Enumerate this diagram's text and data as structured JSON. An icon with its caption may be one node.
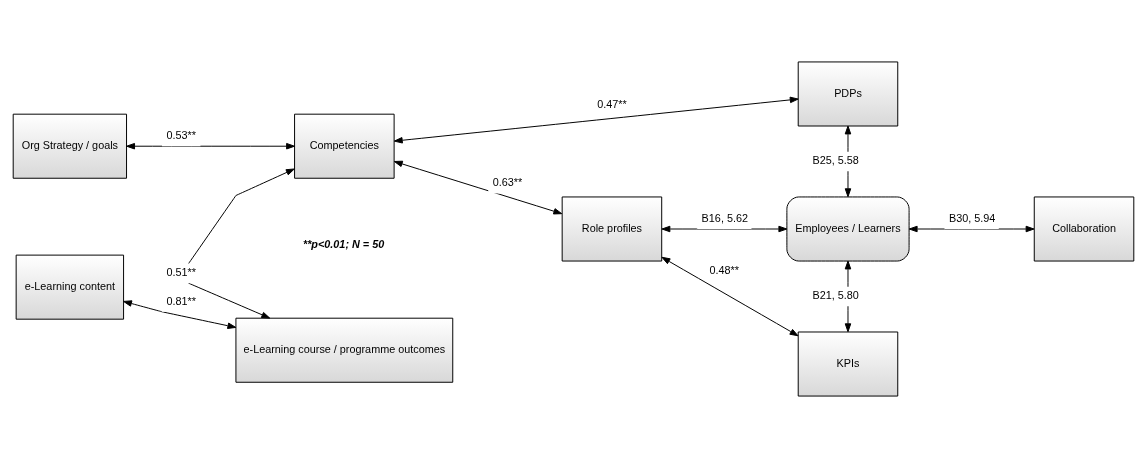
{
  "diagram": {
    "nodes": [
      {
        "text": [
          "Org Strategy / goals"
        ]
      },
      {
        "text": [
          "Competencies"
        ]
      },
      {
        "text": [
          "Role profiles"
        ]
      },
      {
        "text": [
          "Employees / Learners"
        ]
      },
      {
        "text": [
          "Collaboration"
        ]
      },
      {
        "text": [
          "PDPs"
        ]
      },
      {
        "text": [
          "KPIs"
        ]
      },
      {
        "text": [
          "e-Learning content"
        ]
      },
      {
        "text": [
          "e-Learning course / programme outcomes"
        ]
      }
    ],
    "edges": [
      {
        "from": 0,
        "to": 1,
        "arrow": "both",
        "label": "0.53**"
      },
      {
        "from": 1,
        "to": 2,
        "arrow": "both",
        "label": "0.63**"
      },
      {
        "from": 2,
        "to": 3,
        "arrow": "both",
        "label": "B16, 5.62"
      },
      {
        "from": 3,
        "to": 4,
        "arrow": "both",
        "label": "B30, 5.94"
      },
      {
        "from": 1,
        "to": 5,
        "arrow": "both",
        "label": "0.47**"
      },
      {
        "from": 5,
        "to": 3,
        "arrow": "both",
        "label": "B25, 5.58"
      },
      {
        "from": 3,
        "to": 6,
        "arrow": "both",
        "label": "B21, 5.80"
      },
      {
        "from": 2,
        "to": 6,
        "arrow": "both",
        "label": "0.48**"
      },
      {
        "from": 1,
        "to": 8,
        "arrow": "both",
        "label": "0.51**"
      },
      {
        "from": 7,
        "to": 8,
        "arrow": "both",
        "label": "0.81**"
      }
    ],
    "labels": [
      "**p<0.01; N = 50"
    ]
  }
}
